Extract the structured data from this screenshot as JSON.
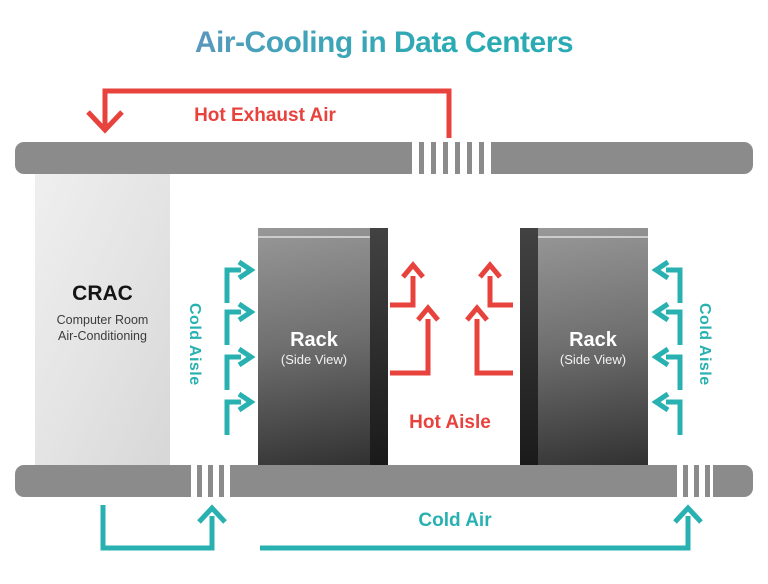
{
  "title": "Air-Cooling in Data Centers",
  "colors": {
    "red": "#e8423d",
    "teal": "#29b1b1",
    "bar_gray": "#8b8b8b",
    "title_gradient_start": "#8d7bc2",
    "title_gradient_end": "#2aabb3"
  },
  "labels": {
    "hot_exhaust_air": "Hot Exhaust Air",
    "hot_aisle": "Hot Aisle",
    "cold_air": "Cold Air",
    "cold_aisle_left": "Cold Aisle",
    "cold_aisle_right": "Cold Aisle"
  },
  "crac": {
    "name": "CRAC",
    "desc_line1": "Computer Room",
    "desc_line2": "Air-Conditioning"
  },
  "racks": [
    {
      "name": "Rack",
      "view": "(Side View)"
    },
    {
      "name": "Rack",
      "view": "(Side View)"
    }
  ]
}
